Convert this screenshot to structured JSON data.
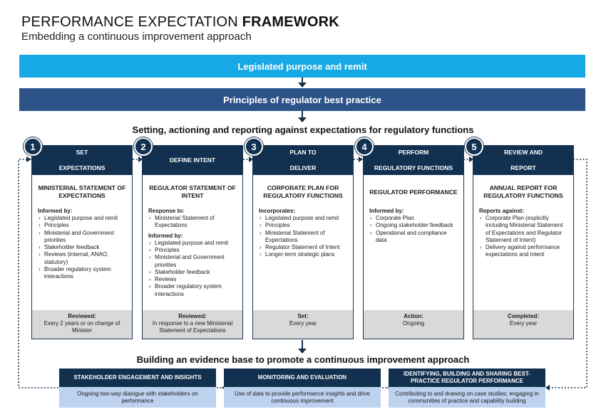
{
  "header": {
    "title_regular": "PERFORMANCE EXPECTATION ",
    "title_bold": "FRAMEWORK",
    "subtitle": "Embedding a continuous improvement approach"
  },
  "bands": {
    "legislated": "Legislated purpose and remit",
    "principles": "Principles of regulator best practice"
  },
  "sections": {
    "setting": "Setting, actioning and reporting against expectations for regulatory functions",
    "evidence": "Building an evidence base to promote a continuous improvement approach"
  },
  "steps": [
    {
      "number": "1",
      "head_line1": "SET",
      "head_line2": "EXPECTATIONS",
      "title": "MINISTERIAL STATEMENT OF EXPECTATIONS",
      "groups": [
        {
          "label": "Informed by:",
          "items": [
            "Legislated purpose and remit",
            "Principles",
            "Ministerial and Government priorities",
            "Stakeholder feedback",
            "Reviews (internal, ANAO, statutory)",
            "Broader regulatory system interactions"
          ]
        }
      ],
      "foot_label": "Reviewed:",
      "foot_text": "Every 2 years or on change of Minister"
    },
    {
      "number": "2",
      "head_line1": "DEFINE INTENT",
      "head_line2": "",
      "title": "REGULATOR STATEMENT OF INTENT",
      "groups": [
        {
          "label": "Response to:",
          "items": [
            "Ministerial Statement of Expectations"
          ]
        },
        {
          "label": "Informed by:",
          "items": [
            "Legislated purpose and remit",
            "Principles",
            "Ministerial and Government priorities",
            "Stakeholder feedback",
            "Reviews",
            "Broader regulatory system interactions"
          ]
        }
      ],
      "foot_label": "Reviewed:",
      "foot_text": "In response to a new Ministerial Statement of Expectations"
    },
    {
      "number": "3",
      "head_line1": "PLAN TO",
      "head_line2": "DELIVER",
      "title": "CORPORATE PLAN FOR REGULATORY FUNCTIONS",
      "groups": [
        {
          "label": "Incorporates:",
          "items": [
            "Legislated purpose and remit",
            "Principles",
            "Ministerial Statement of Expectations",
            "Regulator Statement of Intent",
            "Longer-term strategic plans"
          ]
        }
      ],
      "foot_label": "Set:",
      "foot_text": "Every year"
    },
    {
      "number": "4",
      "head_line1": "PERFORM",
      "head_line2": "REGULATORY FUNCTIONS",
      "title": "REGULATOR PERFORMANCE",
      "groups": [
        {
          "label": "Informed by:",
          "items": [
            "Corporate Plan",
            "Ongoing stakeholder feedback",
            "Operational and compliance data"
          ]
        }
      ],
      "foot_label": "Action:",
      "foot_text": "Ongoing"
    },
    {
      "number": "5",
      "head_line1": "REVIEW AND",
      "head_line2": "REPORT",
      "title": "ANNUAL REPORT FOR REGULATORY FUNCTIONS",
      "groups": [
        {
          "label": "Reports against:",
          "items": [
            "Corporate Plan (explicitly including Ministerial Statement of Expectations and Regulator Statement of Intent)",
            "Delivery against performance expectations and intent"
          ]
        }
      ],
      "foot_label": "Completed:",
      "foot_text": "Every year"
    }
  ],
  "evidence_boxes": [
    {
      "head": "STAKEHOLDER ENGAGEMENT AND INSIGHTS",
      "body": "Ongoing two-way dialogue with stakeholders on performance"
    },
    {
      "head": "MONITORING AND EVALUATION",
      "body": "Use of data to provide performance insights and drive continuous improvement"
    },
    {
      "head": "IDENTIFYING, BUILDING AND SHARING BEST-PRACTICE REGULATOR PERFORMANCE",
      "body": "Contributing to and drawing on case studies; engaging in communities of practice and capability building"
    }
  ],
  "colors": {
    "light_blue": "#17a9e6",
    "mid_blue": "#2d5389",
    "navy": "#12304f",
    "pale_blue": "#bdd2ee",
    "grey": "#d9d9d9"
  }
}
